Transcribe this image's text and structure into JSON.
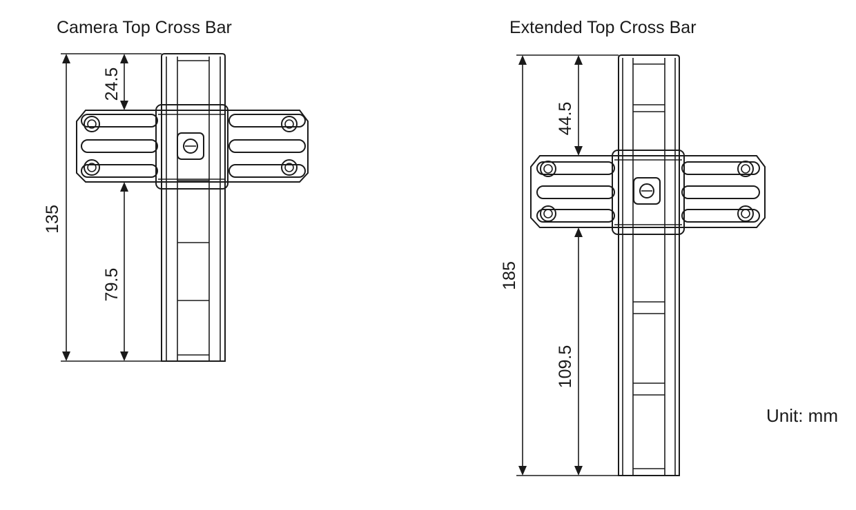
{
  "diagram_a": {
    "title": "Camera Top Cross Bar",
    "dim_total": "135",
    "dim_top": "24.5",
    "dim_bottom": "79.5"
  },
  "diagram_b": {
    "title": "Extended Top Cross Bar",
    "dim_total": "185",
    "dim_top": "44.5",
    "dim_bottom": "109.5"
  },
  "unit_label": "Unit: mm"
}
